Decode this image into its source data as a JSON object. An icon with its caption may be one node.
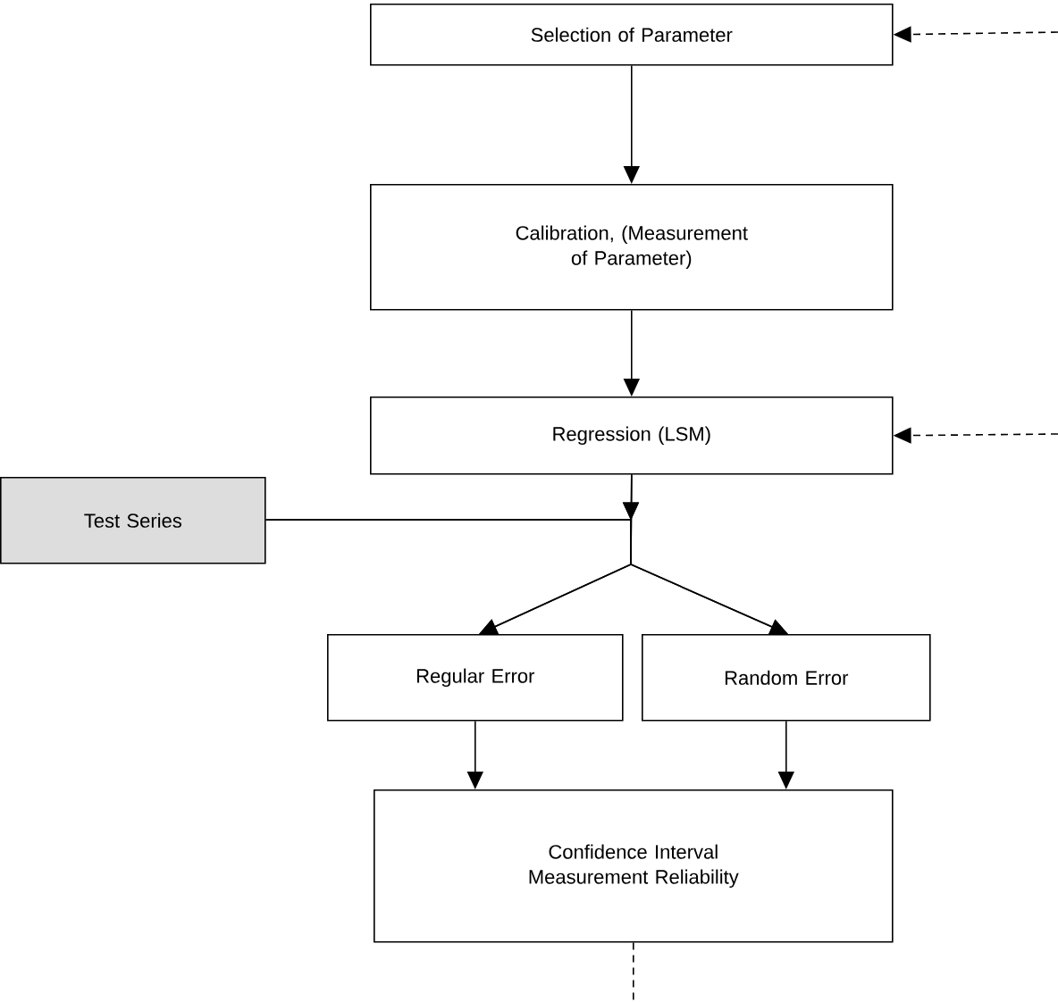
{
  "diagram": {
    "nodes": [
      {
        "text": [
          "Selection of Parameter"
        ]
      },
      {
        "text": [
          "Calibration, (Measurement of Parameter)"
        ]
      },
      {
        "text": [
          "Regression (LSM)"
        ]
      },
      {
        "text": [
          "Test Series"
        ]
      },
      {
        "text": [
          "Regular Error"
        ]
      },
      {
        "text": [
          "Random Error"
        ]
      },
      {
        "text": [
          "Confidence Interval Measurement Reliability"
        ]
      }
    ],
    "edges": [
      {
        "from": 0,
        "to": 1,
        "arrow": "to"
      },
      {
        "from": 1,
        "to": 2,
        "arrow": "to"
      },
      {
        "from": 2,
        "to": 4,
        "arrow": "to"
      },
      {
        "from": 2,
        "to": 5,
        "arrow": "to"
      },
      {
        "from": 3,
        "to": 4,
        "arrow": "to"
      },
      {
        "from": 3,
        "to": 5,
        "arrow": "to"
      },
      {
        "from": 4,
        "to": 6,
        "arrow": "to"
      },
      {
        "from": 5,
        "to": 6,
        "arrow": "to"
      },
      {
        "from": null,
        "to": 0,
        "arrow": "to",
        "style": "dashed"
      },
      {
        "from": null,
        "to": 2,
        "arrow": "to",
        "style": "dashed"
      },
      {
        "from": 6,
        "to": null,
        "arrow": "none",
        "style": "dashed"
      }
    ]
  }
}
